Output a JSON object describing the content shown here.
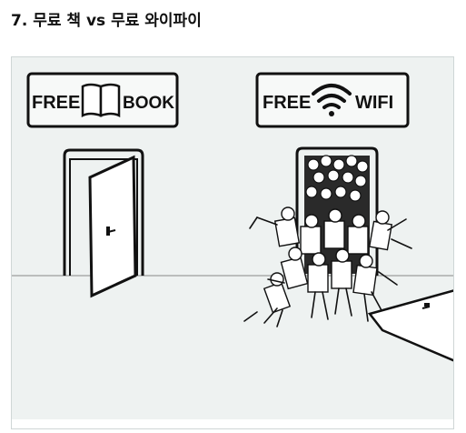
{
  "heading": "7. 무료 책 vs 무료 와이파이",
  "cartoon": {
    "left_sign": {
      "word1": "FREE",
      "word2": "BOOK",
      "icon": "open-book-icon"
    },
    "right_sign": {
      "word1": "FREE",
      "word2": "WIFI",
      "icon": "wifi-icon"
    }
  }
}
